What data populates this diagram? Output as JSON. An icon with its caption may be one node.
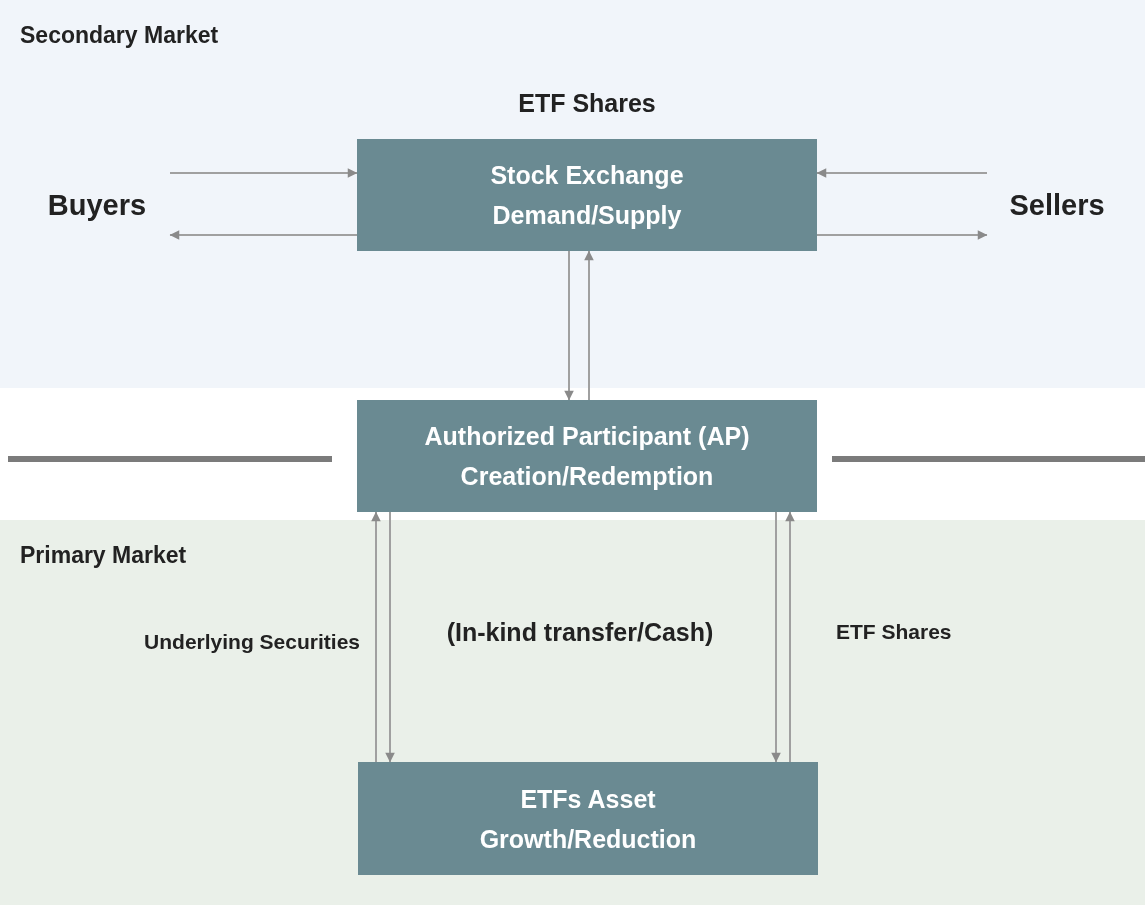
{
  "diagram": {
    "nodes": [
      {
        "text": [
          "Secondary Market"
        ]
      },
      {
        "text": [
          "Buyers"
        ],
        "in": 0
      },
      {
        "text": [
          "Stock Exchange Demand/Supply"
        ],
        "in": 0,
        "beside": [
          "ETF Shares"
        ]
      },
      {
        "text": [
          "Sellers"
        ],
        "in": 0
      },
      {
        "text": [
          "Authorized Participant (AP) Creation/Redemption"
        ]
      },
      {
        "text": [
          "Primary Market"
        ]
      },
      {
        "text": [
          "ETFs Asset Growth/Reduction"
        ],
        "in": 5
      }
    ],
    "edges": [
      {
        "from": 1,
        "to": 2,
        "arrow": "to"
      },
      {
        "from": 2,
        "to": 1,
        "arrow": "to"
      },
      {
        "from": 3,
        "to": 2,
        "arrow": "to"
      },
      {
        "from": 2,
        "to": 3,
        "arrow": "to"
      },
      {
        "from": 2,
        "to": 4,
        "arrow": "to"
      },
      {
        "from": 4,
        "to": 2,
        "arrow": "to"
      },
      {
        "from": 6,
        "to": 4,
        "arrow": "to"
      },
      {
        "from": 4,
        "to": 6,
        "arrow": "to"
      },
      {
        "from": 4,
        "to": 6,
        "arrow": "to"
      },
      {
        "from": 6,
        "to": 4,
        "arrow": "to"
      }
    ],
    "labels": [
      "Underlying Securities",
      "(In-kind transfer/Cash)",
      "ETF Shares"
    ]
  }
}
